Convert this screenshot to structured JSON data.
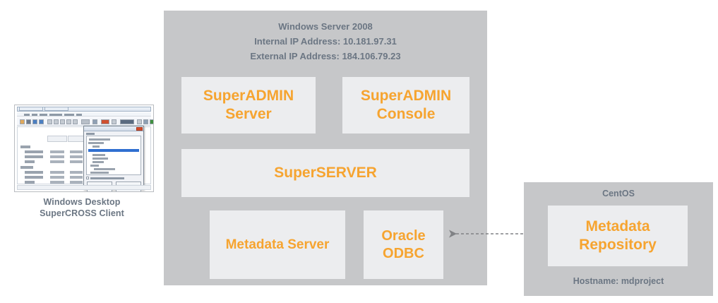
{
  "diagram": {
    "colors": {
      "panel_gray": "#C6C7C9",
      "box_gray": "#ECEDEF",
      "accent_orange": "#F6A430",
      "label_gray": "#6B7683",
      "connector_gray": "#808285"
    },
    "client": {
      "screenshot_alt": "SuperCROSS client application screenshot",
      "caption_line1": "Windows Desktop",
      "caption_line2": "SuperCROSS Client"
    },
    "server_panel": {
      "header_line1": "Windows Server 2008",
      "header_line2": "Internal IP Address: 10.181.97.31",
      "header_line3": "External IP Address: 184.106.79.23",
      "boxes": [
        {
          "id": "superadmin-server",
          "label_line1": "SuperADMIN",
          "label_line2": "Server"
        },
        {
          "id": "superadmin-console",
          "label_line1": "SuperADMIN",
          "label_line2": "Console"
        },
        {
          "id": "superserver",
          "label_line1": "SuperSERVER",
          "label_line2": ""
        },
        {
          "id": "metadata-server",
          "label_line1": "Metadata Server",
          "label_line2": ""
        },
        {
          "id": "oracle-odbc",
          "label_line1": "Oracle",
          "label_line2": "ODBC"
        }
      ]
    },
    "centos_panel": {
      "title": "CentOS",
      "box": {
        "label_line1": "Metadata",
        "label_line2": "Repository"
      },
      "hostname": "Hostname: mdproject"
    },
    "connector": {
      "style": "dashed",
      "arrowheads": "both",
      "from": "Oracle ODBC",
      "to": "Metadata Repository"
    }
  }
}
